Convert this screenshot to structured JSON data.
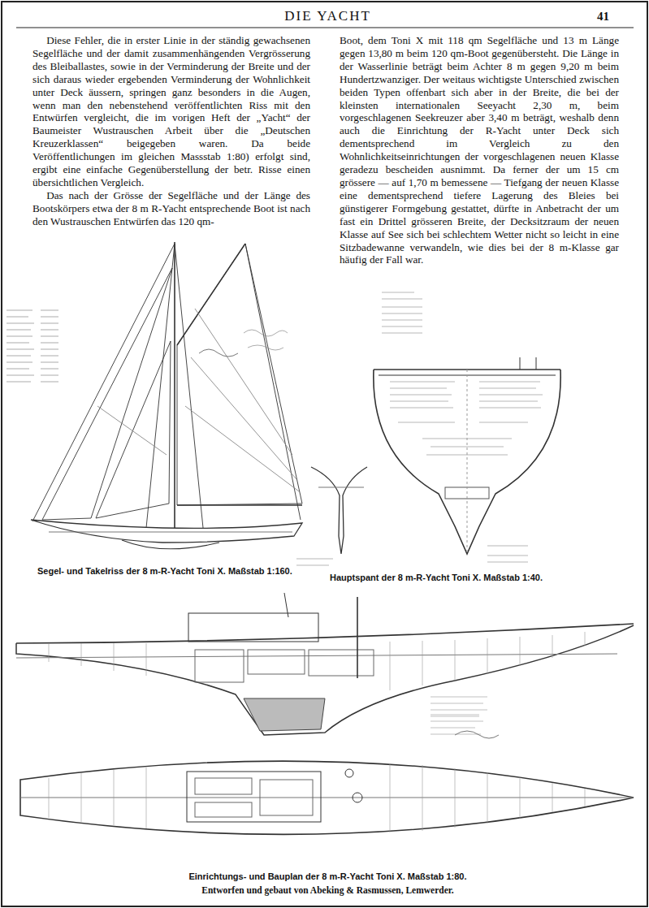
{
  "diagram": {
    "title": "DIE YACHT",
    "labels": [
      "41",
      "Diese Fehler, die in erster Linie in der ständig gewachsenen Segelfläche und der damit zusammenhängenden Vergrösserung des Bleiballastes, sowie in der Verminderung der Breite und der sich daraus wieder ergebenden Verminderung der Wohnlichkeit unter Deck äussern, springen ganz besonders in die Augen, wenn man den nebenstehend veröffentlichten Riss mit den Entwürfen vergleicht, die im vorigen Heft der „Yacht“ der Baumeister Wustrauschen Arbeit über die „Deutschen Kreuzerklassen“ beigegeben waren. Da beide Veröffentlichungen im gleichen Massstab 1:80) erfolgt sind, ergibt eine einfache Gegenüberstellung der betr. Risse einen übersichtlichen Vergleich.",
      "Das nach der Grösse der Segelfläche und der Länge des Bootskörpers etwa der 8 m R-Yacht entsprechende Boot ist nach den Wustrauschen Entwürfen das 120 qm-",
      "Boot, dem Toni X mit 118 qm Segelfläche und 13 m Länge gegen 13,80 m beim 120 qm-Boot gegenübersteht. Die Länge in der Wasserlinie beträgt beim Achter 8 m gegen 9,20 m beim Hundertzwanziger. Der weitaus wichtigste Unterschied zwischen beiden Typen offenbart sich aber in der Breite, die bei der kleinsten internationalen Seeyacht 2,30 m, beim vorgeschlagenen Seekreuzer aber 3,40 m beträgt, weshalb denn auch die Einrichtung der R-Yacht unter Deck sich dementsprechend im Vergleich zu den Wohnlichkeitseinrichtungen der vorgeschlagenen neuen Klasse geradezu bescheiden ausnimmt. Da ferner der um 15 cm grössere — auf 1,70 m bemessene — Tiefgang der neuen Klasse eine dementsprechend tiefere Lagerung des Bleies bei günstigerer Formgebung gestattet, dürfte in Anbetracht der um fast ein Drittel grösseren Breite, der Decksitzraum der neuen Klasse auf See sich bei schlechtem Wetter nicht so leicht in eine Sitzbadewanne verwandeln, wie dies bei der 8 m-Klasse gar häufig der Fall war.",
      "Segel- und Takelriss der 8 m-R-Yacht Toni X. Maßstab 1:160.",
      "Hauptspant der 8 m-R-Yacht Toni X. Maßstab 1:40.",
      "Einrichtungs- und Bauplan der 8 m-R-Yacht Toni X. Maßstab 1:80.",
      "Entworfen und gebaut von Abeking & Rasmussen, Lemwerder."
    ]
  }
}
